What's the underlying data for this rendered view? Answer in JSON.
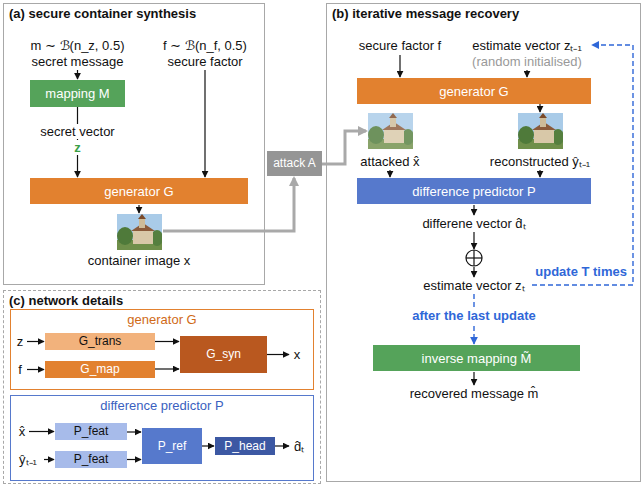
{
  "diagram": {
    "nodes": [
      {
        "text": [
          "(a) secure container synthesis"
        ]
      },
      {
        "text": [
          "mapping M"
        ],
        "in": 0
      },
      {
        "text": [
          "generator G"
        ],
        "in": 0
      },
      {
        "text": [
          "attack A"
        ]
      },
      {
        "text": [
          "(b) iterative message recovery"
        ]
      },
      {
        "text": [
          "generator G"
        ],
        "in": 4
      },
      {
        "text": [
          "difference predictor P"
        ],
        "in": 4
      },
      {
        "text": [
          "inverse mapping M̃"
        ],
        "in": 4
      },
      {
        "text": [
          "(c) network details"
        ]
      },
      {
        "text": [
          "generator G"
        ],
        "in": 8
      },
      {
        "text": [
          "G_trans"
        ],
        "in": 9
      },
      {
        "text": [
          "G_map"
        ],
        "in": 9
      },
      {
        "text": [
          "G_syn"
        ],
        "in": 9
      },
      {
        "text": [
          "difference predictor P"
        ],
        "in": 8
      },
      {
        "text": [
          "P_feat"
        ],
        "in": 13
      },
      {
        "text": [
          "P_feat"
        ],
        "in": 13
      },
      {
        "text": [
          "P_ref"
        ],
        "in": 13
      },
      {
        "text": [
          "P_head"
        ],
        "in": 13
      }
    ],
    "edges": [
      {
        "from": 1,
        "to": 2,
        "arrow": "to"
      },
      {
        "from": 10,
        "to": 12,
        "arrow": "to"
      },
      {
        "from": 11,
        "to": 12,
        "arrow": "to"
      },
      {
        "from": 14,
        "to": 16,
        "arrow": "to"
      },
      {
        "from": 15,
        "to": 16,
        "arrow": "to"
      },
      {
        "from": 16,
        "to": 17,
        "arrow": "to"
      }
    ],
    "labels": [
      "m ∼ ℬ(n_z, 0.5)",
      "secret message",
      "f ∼ ℬ(n_f, 0.5)",
      "secure factor",
      "secret vector",
      "z",
      "container image x",
      "secure factor f",
      "estimate vector zₜ₋₁",
      "(random initialised)",
      "attacked x̂",
      "reconstructed ŷₜ₋₁",
      "differene vector d̂ₜ",
      "estimate vector zₜ",
      "update T times",
      "after the last update",
      "recovered message m̂",
      "z",
      "f",
      "x",
      "x̂",
      "ŷₜ₋₁",
      "d̂ₜ"
    ]
  }
}
